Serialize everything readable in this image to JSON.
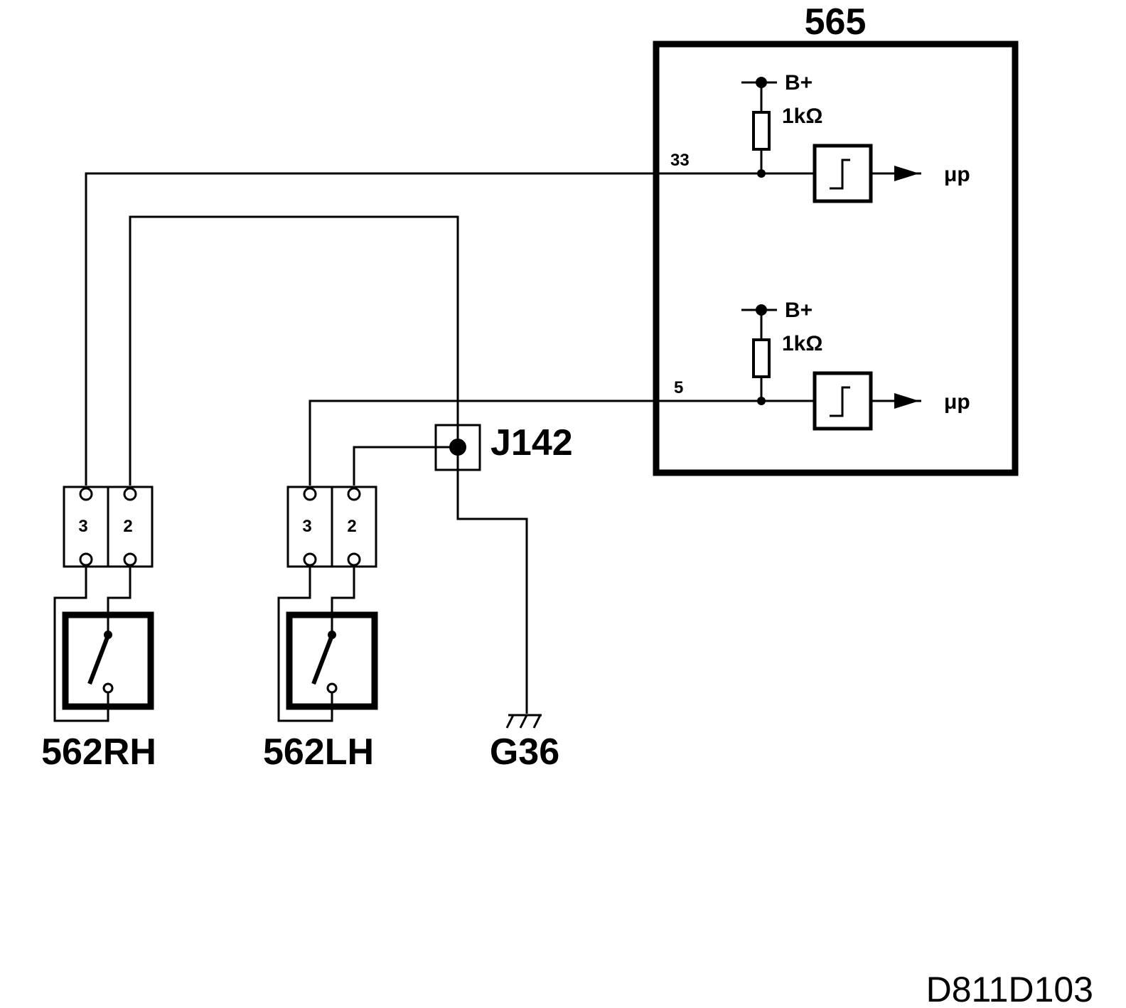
{
  "module": {
    "id": "565",
    "channels": [
      {
        "pin": "33",
        "supply": "B+",
        "resistor": "1kΩ",
        "output": "μp"
      },
      {
        "pin": "5",
        "supply": "B+",
        "resistor": "1kΩ",
        "output": "μp"
      }
    ]
  },
  "splice": {
    "id": "J142"
  },
  "connectors": {
    "rh": {
      "left_pin": "3",
      "right_pin": "2"
    },
    "lh": {
      "left_pin": "3",
      "right_pin": "2"
    }
  },
  "switches": {
    "rh": {
      "label": "562RH"
    },
    "lh": {
      "label": "562LH"
    }
  },
  "ground": {
    "label": "G36"
  },
  "diagram_code": "D811D103"
}
